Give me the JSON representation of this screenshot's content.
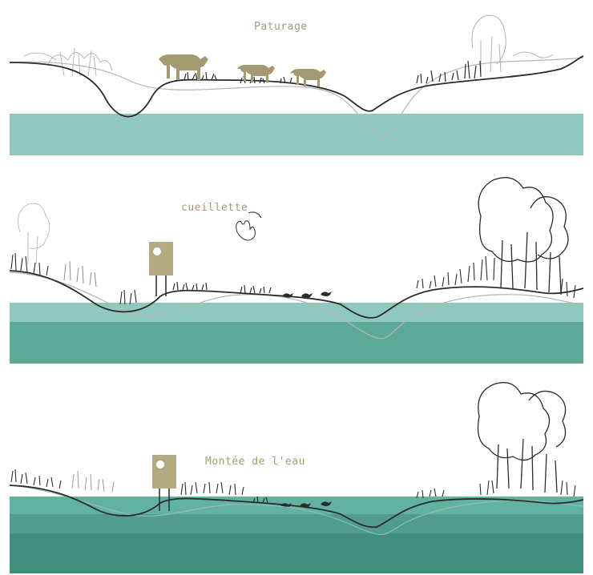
{
  "panels": [
    {
      "caption": "Paturage"
    },
    {
      "caption": "cueillette"
    },
    {
      "caption": "Montée de l'eau"
    }
  ],
  "colors": {
    "water_light": "#8fc9bd",
    "water_mid": "#5ca996",
    "water_dark": "#3f8f7c",
    "water_surface": "#62b2a2",
    "caption": "#a49a72",
    "animal": "#a49a72",
    "sign": "#b5ab82",
    "ink": "#2b2b2b",
    "faint_ink": "#9a9a9a"
  },
  "icons": [
    "cattle-icon",
    "sign-icon",
    "tree-icon",
    "reed-icon",
    "bird-icon",
    "hand-icon"
  ]
}
